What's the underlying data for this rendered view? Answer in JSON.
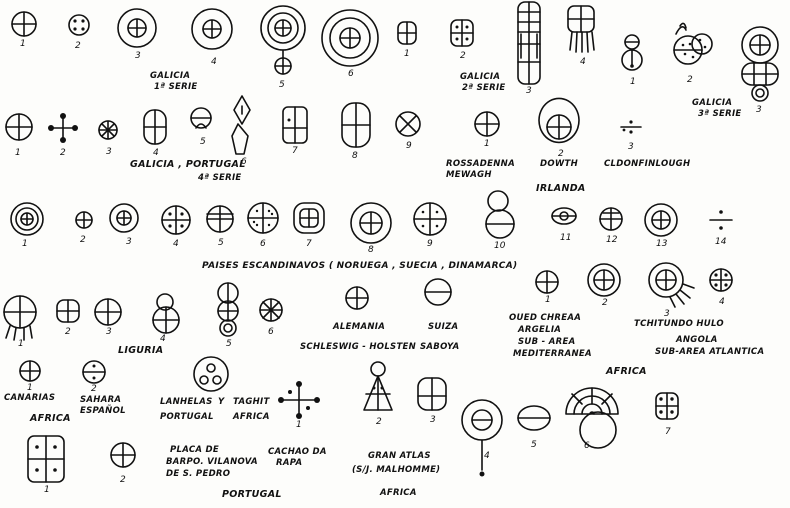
{
  "sections": {
    "galicia_1": {
      "place": "GALICIA",
      "series": "1ª SERIE"
    },
    "galicia_2": {
      "place": "GALICIA",
      "series": "2ª SERIE"
    },
    "galicia_3": {
      "place": "GALICIA",
      "series": "3ª SERIE"
    },
    "galicia_portugal": {
      "place": "GALICIA , PORTUGAL",
      "series": "4ª SERIE"
    },
    "irlanda": {
      "rossadenna": "ROSSADENNA",
      "mewagh": "MEWAGH",
      "dowth": "DOWTH",
      "clonfinlough": "CLDONFINLOUGH",
      "title": "IRLANDA"
    },
    "escandinavos": "PAISES ESCANDINAVOS ( NORUEGA , SUECIA , DINAMARCA)",
    "liguria": "LIGURIA",
    "alemania": {
      "title": "ALEMANIA",
      "sub": "SCHLESWIG - HOLSTEN"
    },
    "suiza": {
      "title": "SUIZA",
      "sub": "SABOYA"
    },
    "argelia": {
      "l1": "OUED CHREAA",
      "l2": "ARGELIA",
      "l3": "SUB - AREA",
      "l4": "MEDITERRANEA"
    },
    "angola": {
      "l1": "TCHITUNDO  HULO",
      "l2": "ANGOLA",
      "l3": "SUB-AREA ATLANTICA"
    },
    "africa_right": "AFRICA",
    "canarias": "CANARIAS",
    "sahara": {
      "l1": "SAHARA",
      "l2": "ESPAÑOL"
    },
    "africa_left": "AFRICA",
    "lanhelas": {
      "l1": "LANHELAS",
      "y": "Y",
      "l2": "TAGHIT",
      "l3": "PORTUGAL",
      "l4": "AFRICA"
    },
    "placa": {
      "l1": "PLACA DE",
      "l2": "BARPO. VILANOVA",
      "l3": "DE S. PEDRO"
    },
    "cachao": {
      "l1": "CACHAO DA",
      "l2": "RAPA"
    },
    "gran_atlas": {
      "l1": "GRAN ATLAS",
      "l2": "(S/J. MALHOMME)",
      "l3": "AFRICA"
    },
    "portugal": "PORTUGAL"
  },
  "numbers": {
    "g1": [
      "1",
      "2",
      "3",
      "4",
      "5",
      "6"
    ],
    "g2": [
      "1",
      "2",
      "3",
      "4"
    ],
    "g3": [
      "1",
      "2",
      "3"
    ],
    "gp": [
      "1",
      "2",
      "3",
      "4",
      "5",
      "6",
      "7",
      "8",
      "9"
    ],
    "ir": [
      "1",
      "2",
      "3"
    ],
    "es": [
      "1",
      "2",
      "3",
      "4",
      "5",
      "6",
      "7",
      "8",
      "9",
      "10",
      "11",
      "12",
      "13",
      "14"
    ],
    "li": [
      "1",
      "2",
      "3",
      "4",
      "5",
      "6"
    ],
    "ar": [
      "1",
      "2",
      "3",
      "4"
    ],
    "ca": [
      "1",
      "2"
    ],
    "lt": [
      "1"
    ],
    "ga": [
      "2",
      "3",
      "4",
      "5",
      "6",
      "7"
    ],
    "pt": [
      "1",
      "2"
    ]
  }
}
